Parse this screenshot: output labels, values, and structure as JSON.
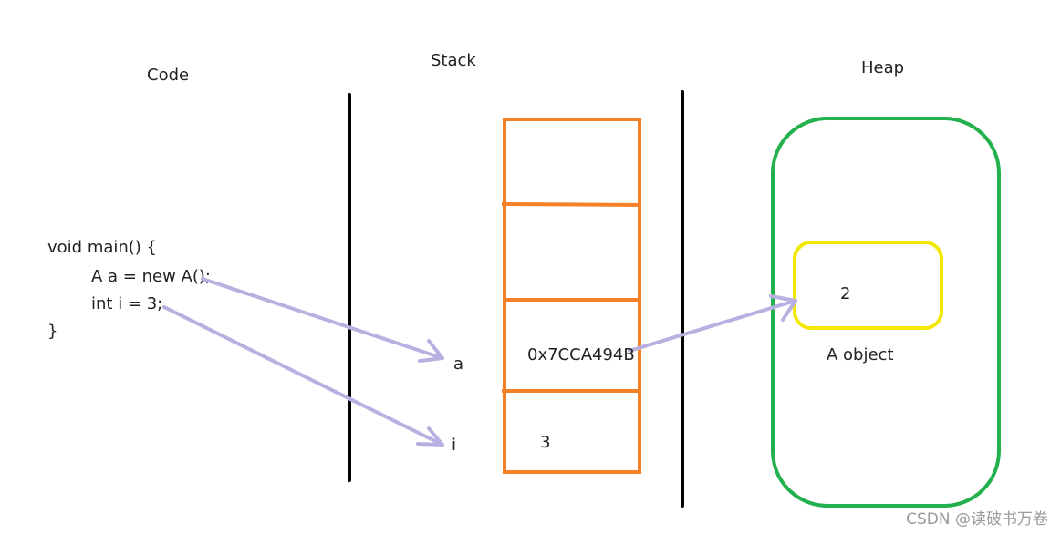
{
  "headers": {
    "code": "Code",
    "stack": "Stack",
    "heap": "Heap"
  },
  "code_lines": [
    "void main() {",
    "A a = new A();",
    "int i = 3;",
    "}"
  ],
  "stack": {
    "var_a": "a",
    "var_i": "i",
    "value_a": "0x7CCA494B",
    "value_i": "3"
  },
  "heap": {
    "field_value": "2",
    "object_label": "A object"
  },
  "colors": {
    "stack_box": "#f58025",
    "heap_region": "#22b14c",
    "object_field": "#f5e800",
    "arrow": "#b8b0e0",
    "divider": "#000000"
  },
  "watermark": "CSDN @读破书万卷"
}
